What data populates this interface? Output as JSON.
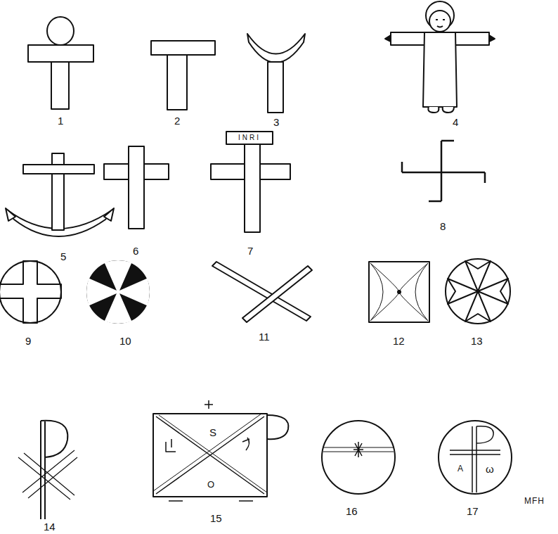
{
  "diagram": {
    "labels": [
      "1",
      "2",
      "3",
      "4",
      "INRI",
      "5",
      "6",
      "7",
      "8",
      "9",
      "10",
      "11",
      "12",
      "13",
      "14",
      "S",
      "O",
      "15",
      "16",
      "A",
      "ω",
      "17",
      "MFH"
    ]
  }
}
